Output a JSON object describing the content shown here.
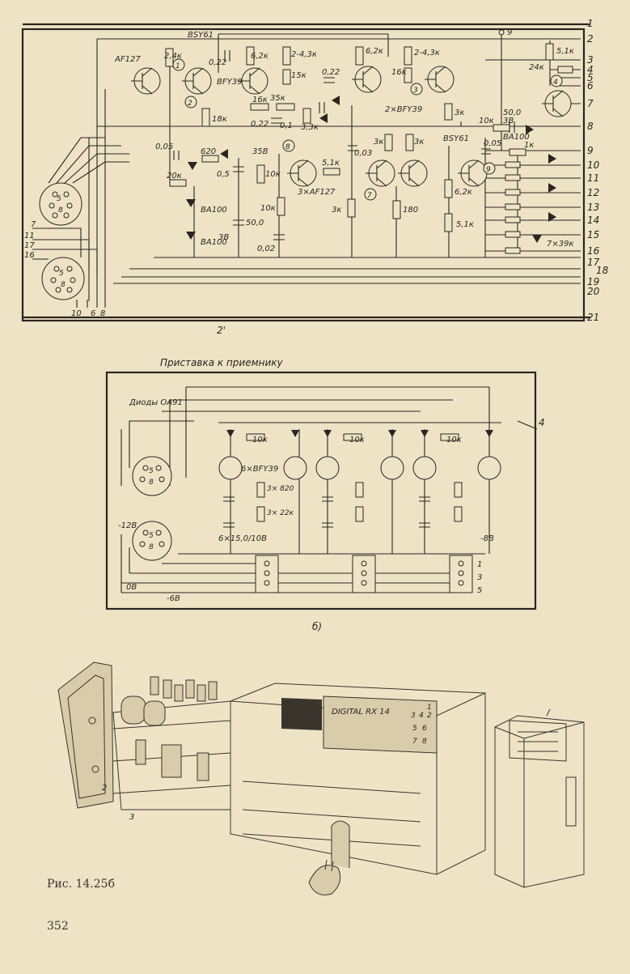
{
  "schematic_a": {
    "terminals": [
      "1",
      "2",
      "3",
      "4",
      "5",
      "6",
      "7",
      "8",
      "9",
      "10",
      "11",
      "12",
      "13",
      "14",
      "15",
      "16",
      "17",
      "18",
      "19",
      "20",
      "21"
    ],
    "label_2prime": "2'",
    "node_9": "9",
    "transistors": {
      "t1": "AF127",
      "t2": "BSY61",
      "t3": "BFY39",
      "t4": "2×BFY39",
      "t5": "BSY61",
      "t6": "3×AF127"
    },
    "resistors": [
      "2,4к",
      "6,2к",
      "2-4,3к",
      "15к",
      "6,2к",
      "2-4,3к",
      "16к",
      "5,1к",
      "24к",
      "18к",
      "16к",
      "35к",
      "3,3к",
      "3к",
      "10к",
      "1к",
      "620",
      "10к",
      "5,1к",
      "20к",
      "10к",
      "3к",
      "3к",
      "3к",
      "180",
      "6,2к",
      "5,1к",
      "7×39к"
    ],
    "capacitors": [
      "0,22",
      "0,22",
      "0,22",
      "0,1",
      "50,0",
      "3В",
      "0,05",
      "0,03",
      "0,05",
      "35В",
      "0,5",
      "50,0",
      "3В",
      "0,02"
    ],
    "diodes": [
      "BA100",
      "BA100",
      "BA100"
    ],
    "circled": [
      "1",
      "2",
      "3",
      "4",
      "7",
      "8",
      "9"
    ],
    "left_pins": [
      "7",
      "11",
      "17",
      "16",
      "10",
      "6",
      "8"
    ]
  },
  "schematic_b": {
    "title": "Приставка к приемнику",
    "diodes": "Диоды OA91",
    "transistors": "6×BFY39",
    "r10k": [
      "10к",
      "10к",
      "10к"
    ],
    "r820": "3×\n820",
    "r22k": "3×\n22к",
    "caps": "6×15,0/10В",
    "v12": "-12В",
    "v0": "0В",
    "v6": "-6В",
    "v8": "-8В",
    "switch_nums": [
      "1",
      "3",
      "5"
    ],
    "corner": "4",
    "caption": "б)"
  },
  "photo": {
    "device_label": "DIGITAL RX 14",
    "device_marks": [
      "1",
      "2",
      "3",
      "4",
      "5",
      "6",
      "7",
      "8"
    ],
    "part_nums": [
      "2",
      "3"
    ],
    "caption": "Рис. 14.25б"
  },
  "page_number": "352"
}
